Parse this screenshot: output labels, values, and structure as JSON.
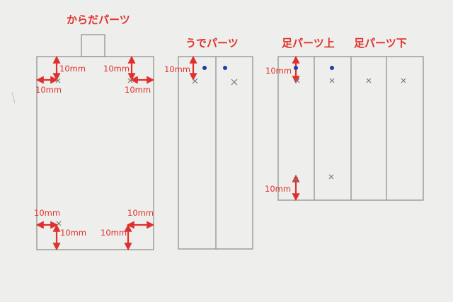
{
  "titles": {
    "body_parts": "からだパーツ",
    "arm_parts": "うでパーツ",
    "leg_parts_upper": "足パーツ上",
    "leg_parts_lower": "足パーツ下"
  },
  "measure": "10mm",
  "colors": {
    "annotation": "#e0302b",
    "dot": "#1f3fa8",
    "pencil": "#8a8a8a",
    "paper": "#eeeeec"
  }
}
